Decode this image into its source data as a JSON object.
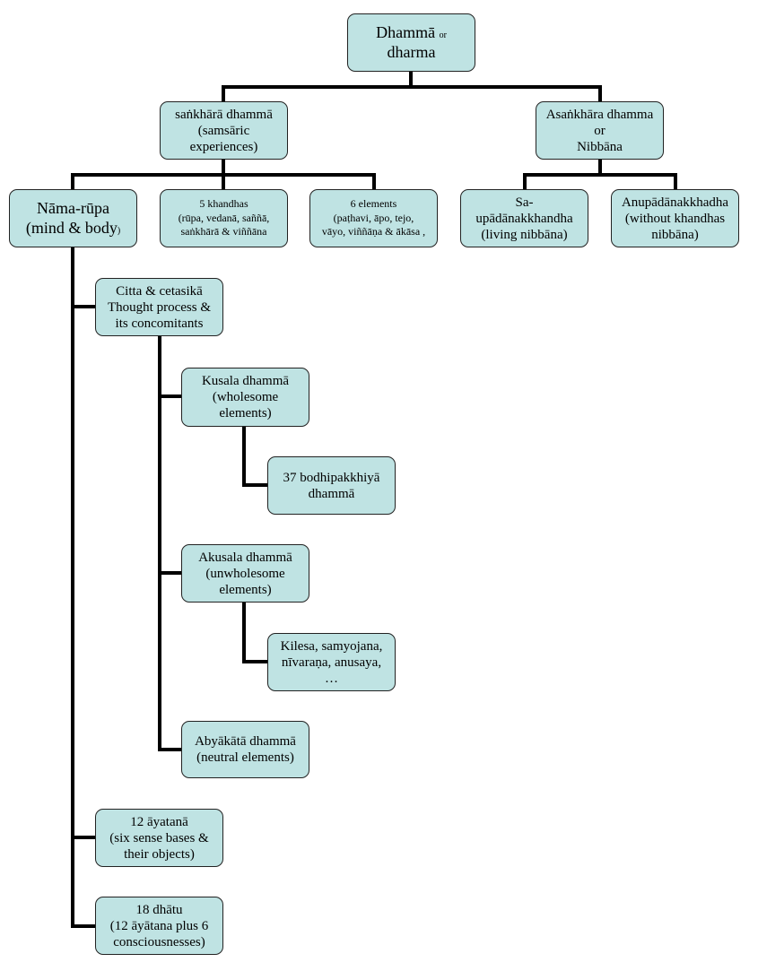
{
  "diagram": {
    "root": {
      "main": "Dhammā",
      "small": "or",
      "tail": "dharma"
    },
    "sankhara": {
      "lines": [
        "saṅkhārā dhammā",
        "(samsāric",
        "experiences)"
      ]
    },
    "asankhara": {
      "lines": [
        "Asaṅkhāra dhamma",
        "or",
        "Nibbāna"
      ]
    },
    "nama_rupa": {
      "line1": "Nāma-rūpa",
      "line2_main": "(mind & body",
      "line2_small": ")"
    },
    "khandhas": {
      "lines": [
        "5 khandhas",
        "(rūpa, vedanā, saññā,",
        "saṅkhārā & viññāna"
      ]
    },
    "elements": {
      "lines": [
        "6 elements",
        "(paṭhavi, āpo, tejo,",
        "vāyo, viññāṇa & ākāsa ,"
      ]
    },
    "sa_upadana": {
      "lines": [
        "Sa-",
        "upādānakkhandha",
        "(living nibbāna)"
      ]
    },
    "anupadana": {
      "lines": [
        "Anupādānakkhadha",
        "(without khandhas",
        "nibbāna)"
      ]
    },
    "citta": {
      "lines": [
        "Citta & cetasikā",
        "Thought process &",
        "its concomitants"
      ]
    },
    "kusala": {
      "lines": [
        "Kusala dhammā",
        "(wholesome",
        "elements)"
      ]
    },
    "bodhi": {
      "lines": [
        "37 bodhipakkhiyā",
        "dhammā"
      ]
    },
    "akusala": {
      "lines": [
        "Akusala dhammā",
        "(unwholesome",
        "elements)"
      ]
    },
    "kilesa": {
      "lines": [
        "Kilesa, samyojana,",
        "nīvaraṇa, anusaya,",
        "…"
      ]
    },
    "abyakata": {
      "lines": [
        "Abyākātā dhammā",
        "(neutral elements)"
      ]
    },
    "ayatana": {
      "lines": [
        "12 āyatanā",
        "(six sense bases &",
        "their objects)"
      ]
    },
    "dhatu": {
      "lines": [
        "18 dhātu",
        "(12 āyātana plus 6",
        "consciousnesses)"
      ]
    }
  }
}
